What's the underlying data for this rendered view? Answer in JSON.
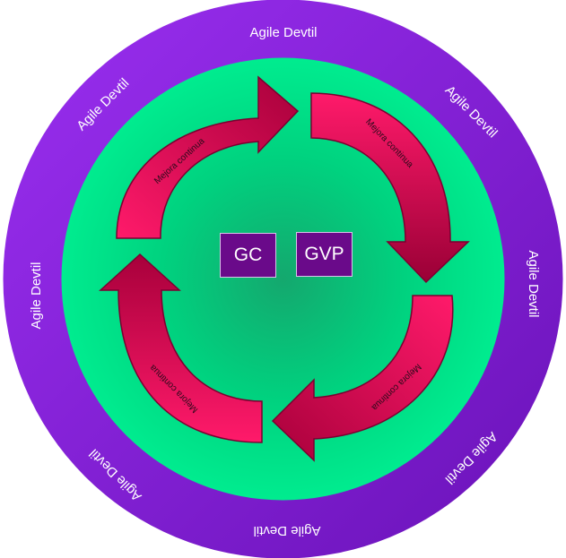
{
  "ring_label": "Agile Devtil",
  "arrow_label": "Mejora continua",
  "center_boxes": [
    "GC",
    "GVP"
  ],
  "colors": {
    "outer_ring": "#7a1ad6",
    "outer_ring_light": "#9a2ff0",
    "inner_green": "#00e88c",
    "inner_green_dark": "#16b377",
    "arrow_red": "#ff1466",
    "arrow_dark": "#a8003b",
    "box_purple": "#6a0a8a"
  }
}
